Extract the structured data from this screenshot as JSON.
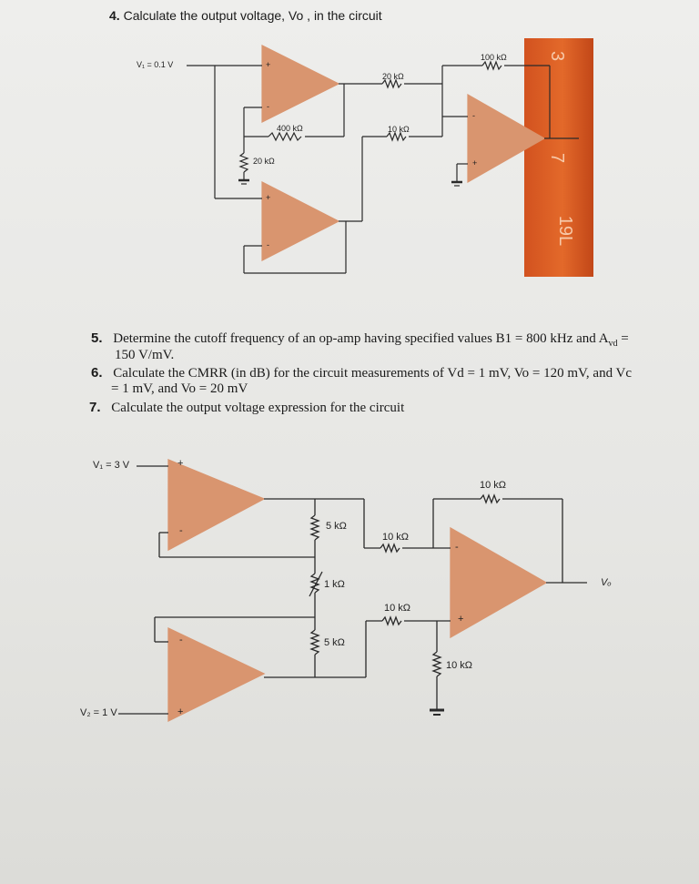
{
  "q4": {
    "number": "4.",
    "text": "Calculate the output voltage, Vo , in the circuit"
  },
  "circuit1": {
    "v1_label": "V₁ = 0.1 V",
    "r_100k": "100 kΩ",
    "r_20k_top": "20 kΩ",
    "r_400k": "400 kΩ",
    "r_10k": "10 kΩ",
    "r_20k_shunt": "20 kΩ",
    "plus": "+",
    "minus": "-"
  },
  "q5": {
    "number": "5.",
    "text": "Determine the cutoff frequency of an op-amp having specified values B1 = 800 kHz and A",
    "sub": "vd",
    "tail": " =",
    "line2": "150 V/mV."
  },
  "q6": {
    "number": "6.",
    "text": "Calculate the CMRR (in dB) for the circuit measurements of Vd = 1 mV, Vo = 120 mV, and Vc",
    "line2": "= 1 mV, and Vo = 20 mV"
  },
  "q7": {
    "number": "7.",
    "text": "Calculate the output voltage expression for the circuit"
  },
  "circuit2": {
    "v1_label": "V₁ = 3 V",
    "v2_label": "V₂ = 1 V",
    "r_5k_top": "5 kΩ",
    "r_1k": "1 kΩ",
    "r_5k_bottom": "5 kΩ",
    "r_10k_fb": "10 kΩ",
    "r_10k_in": "10 kΩ",
    "r_10k_plus": "10 kΩ",
    "r_10k_ground": "10 kΩ",
    "vo_label": "Vₒ",
    "plus": "+",
    "minus": "-"
  },
  "colors": {
    "opamp_fill": "#d9956f",
    "wire": "#2a2a2a",
    "sticker": "#d85a22"
  }
}
